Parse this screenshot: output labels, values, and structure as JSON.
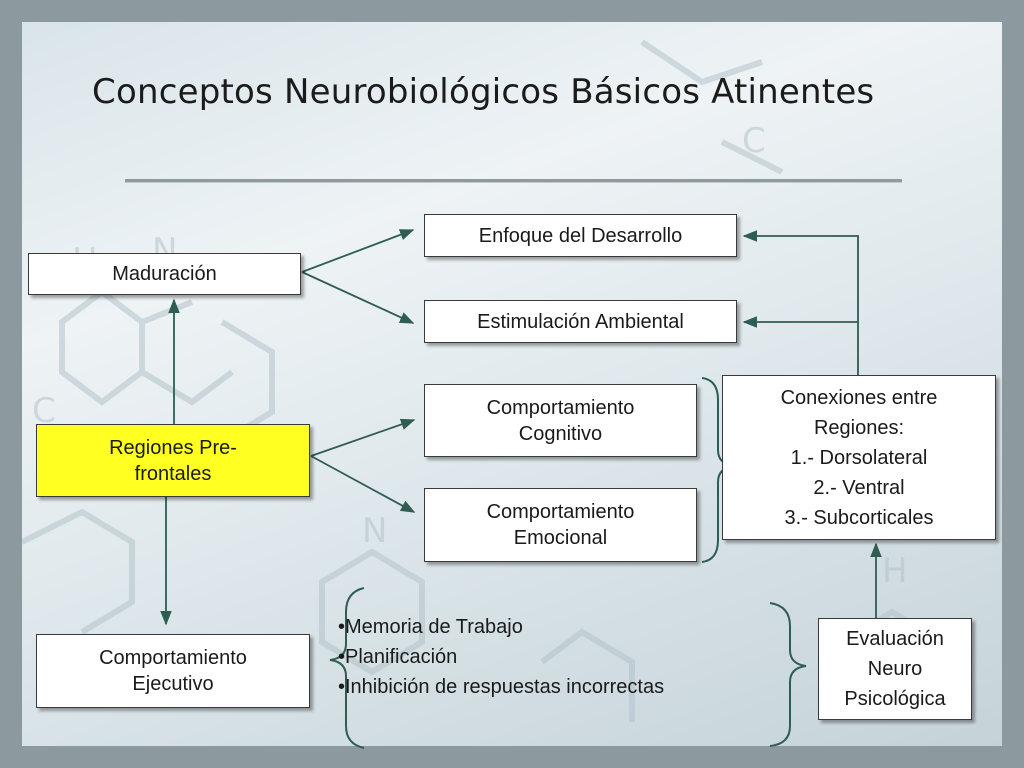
{
  "title": "Conceptos Neurobiológicos Básicos Atinentes",
  "colors": {
    "box_border": "#3a3a3a",
    "arrow": "#2f5d52",
    "highlight": "#ffff22"
  },
  "nodes": {
    "maduracion": "Maduración",
    "enfoque": "Enfoque del Desarrollo",
    "estimulacion": "Estimulación Ambiental",
    "regiones_prefrontales": [
      "Regiones Pre-",
      "frontales"
    ],
    "comp_cognitivo": [
      "Comportamiento",
      "Cognitivo"
    ],
    "comp_emocional": [
      "Comportamiento",
      "Emocional"
    ],
    "comp_ejecutivo": [
      "Comportamiento",
      "Ejecutivo"
    ],
    "conexiones": [
      "Conexiones entre",
      "Regiones:",
      "1.- Dorsolateral",
      "2.- Ventral",
      "3.- Subcorticales"
    ],
    "evaluacion": [
      "Evaluación",
      "Neuro",
      "Psicológica"
    ]
  },
  "executive_functions": [
    "•Memoria de Trabajo",
    "•Planificación",
    "•Inhibición de respuestas incorrectas"
  ]
}
